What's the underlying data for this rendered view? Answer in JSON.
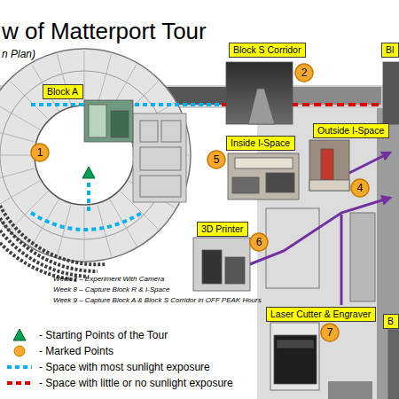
{
  "diagram": {
    "title": "w of Matterport Tour",
    "nodes": [
      {
        "text": [
          "Block A"
        ]
      },
      {
        "text": [
          "1"
        ]
      },
      {
        "text": [
          "Block S Corridor"
        ]
      },
      {
        "text": [
          "2"
        ]
      },
      {
        "text": [
          "Bl"
        ]
      },
      {
        "text": [
          "Inside I-Space"
        ]
      },
      {
        "text": [
          "5"
        ]
      },
      {
        "text": [
          "Outside I-Space"
        ]
      },
      {
        "text": [
          "4"
        ]
      },
      {
        "text": [
          "3D Printer"
        ]
      },
      {
        "text": [
          "6"
        ]
      },
      {
        "text": [
          "Laser Cutter & Engraver"
        ]
      },
      {
        "text": [
          "7"
        ]
      },
      {
        "text": [
          "B"
        ]
      }
    ],
    "labels": [
      "n Plan)",
      "Week 7 – Experiment With Camera",
      "Week 8 – Capture Block R & I-Space",
      "Week 9 – Capture Block A & Block S Corridor in OFF PEAK Hours"
    ],
    "legend": [
      {
        "text": "- Starting Points of the Tour"
      },
      {
        "text": "- Marked Points"
      },
      {
        "text": "- Space with most sunlight exposure"
      },
      {
        "text": "- Space with little or no sunlight exposure"
      }
    ]
  }
}
